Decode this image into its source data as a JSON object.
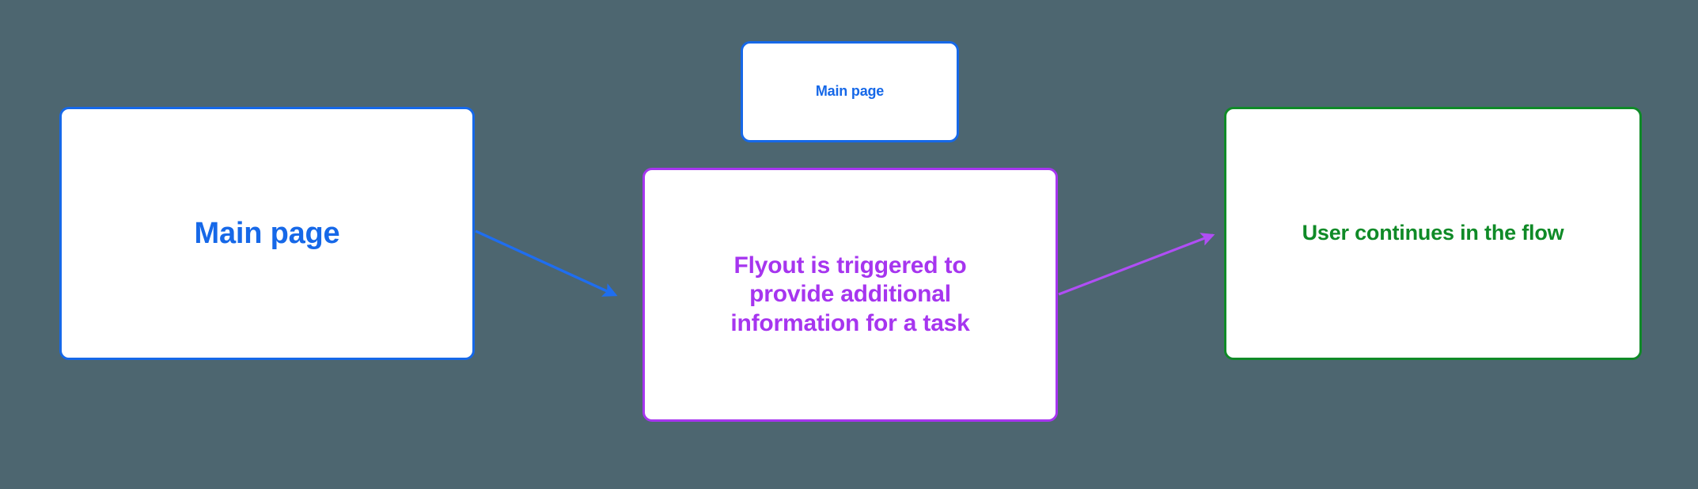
{
  "diagram": {
    "background_color": "#4d6670",
    "nodes": [
      {
        "id": "main-page-large",
        "label": "Main page",
        "color": "#1668e8"
      },
      {
        "id": "main-page-small",
        "label": "Main page",
        "color": "#1668e8"
      },
      {
        "id": "flyout",
        "label": "Flyout is triggered to\nprovide additional\ninformation for a task",
        "color": "#a635ef"
      },
      {
        "id": "user-continues",
        "label": "User continues in the flow",
        "color": "#0f8a27"
      }
    ],
    "connectors": [
      {
        "id": "main-page-to-flyout",
        "color": "#1f6ef0",
        "from": "main-page-large",
        "to": "flyout",
        "label": ""
      },
      {
        "id": "flyout-to-user-continues",
        "color": "#b04ef5",
        "from": "flyout",
        "to": "user-continues",
        "label": ""
      }
    ]
  }
}
